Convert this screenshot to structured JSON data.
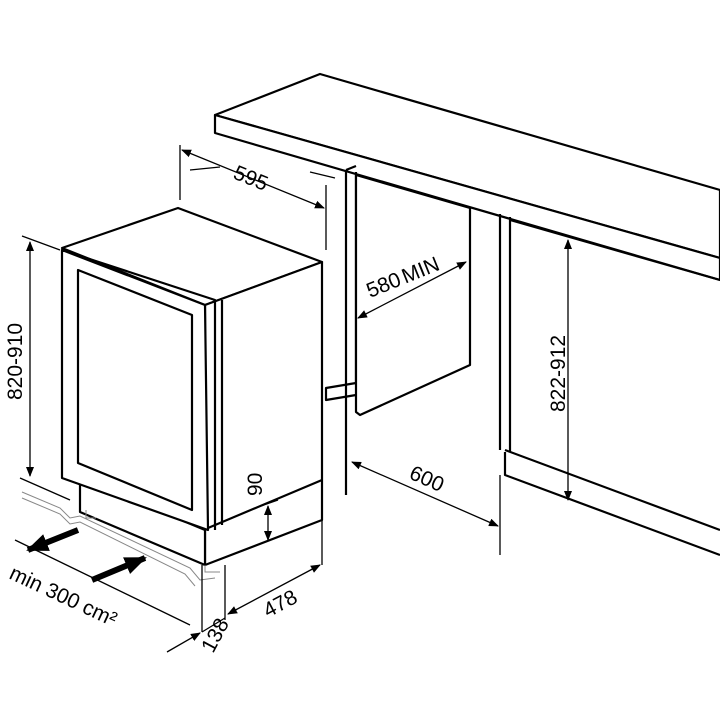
{
  "title": "Built-in appliance installation diagram",
  "dimensions": {
    "width": "595",
    "depth_min": "580",
    "depth_min_suffix": "MIN",
    "height_appliance": "820-910",
    "height_cabinet": "822-912",
    "cabinet_depth": "600",
    "plinth_height": "90",
    "side_depth": "478",
    "plinth_depth": "138",
    "ventilation": "min 300 cm²"
  },
  "colors": {
    "line": "#000000",
    "background": "#ffffff"
  }
}
